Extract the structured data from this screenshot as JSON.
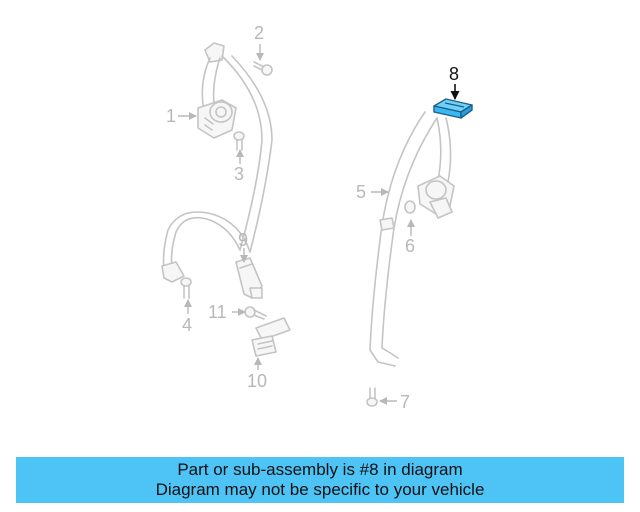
{
  "callouts": {
    "c1": "1",
    "c2": "2",
    "c3": "3",
    "c4": "4",
    "c5": "5",
    "c6": "6",
    "c7": "7",
    "c8": "8",
    "c9": "9",
    "c10": "10",
    "c11": "11"
  },
  "highlight_color": "#4dc3f6",
  "banner": {
    "line1": "Part or sub-assembly is #8 in diagram",
    "line2": "Diagram may not be specific to your vehicle"
  }
}
